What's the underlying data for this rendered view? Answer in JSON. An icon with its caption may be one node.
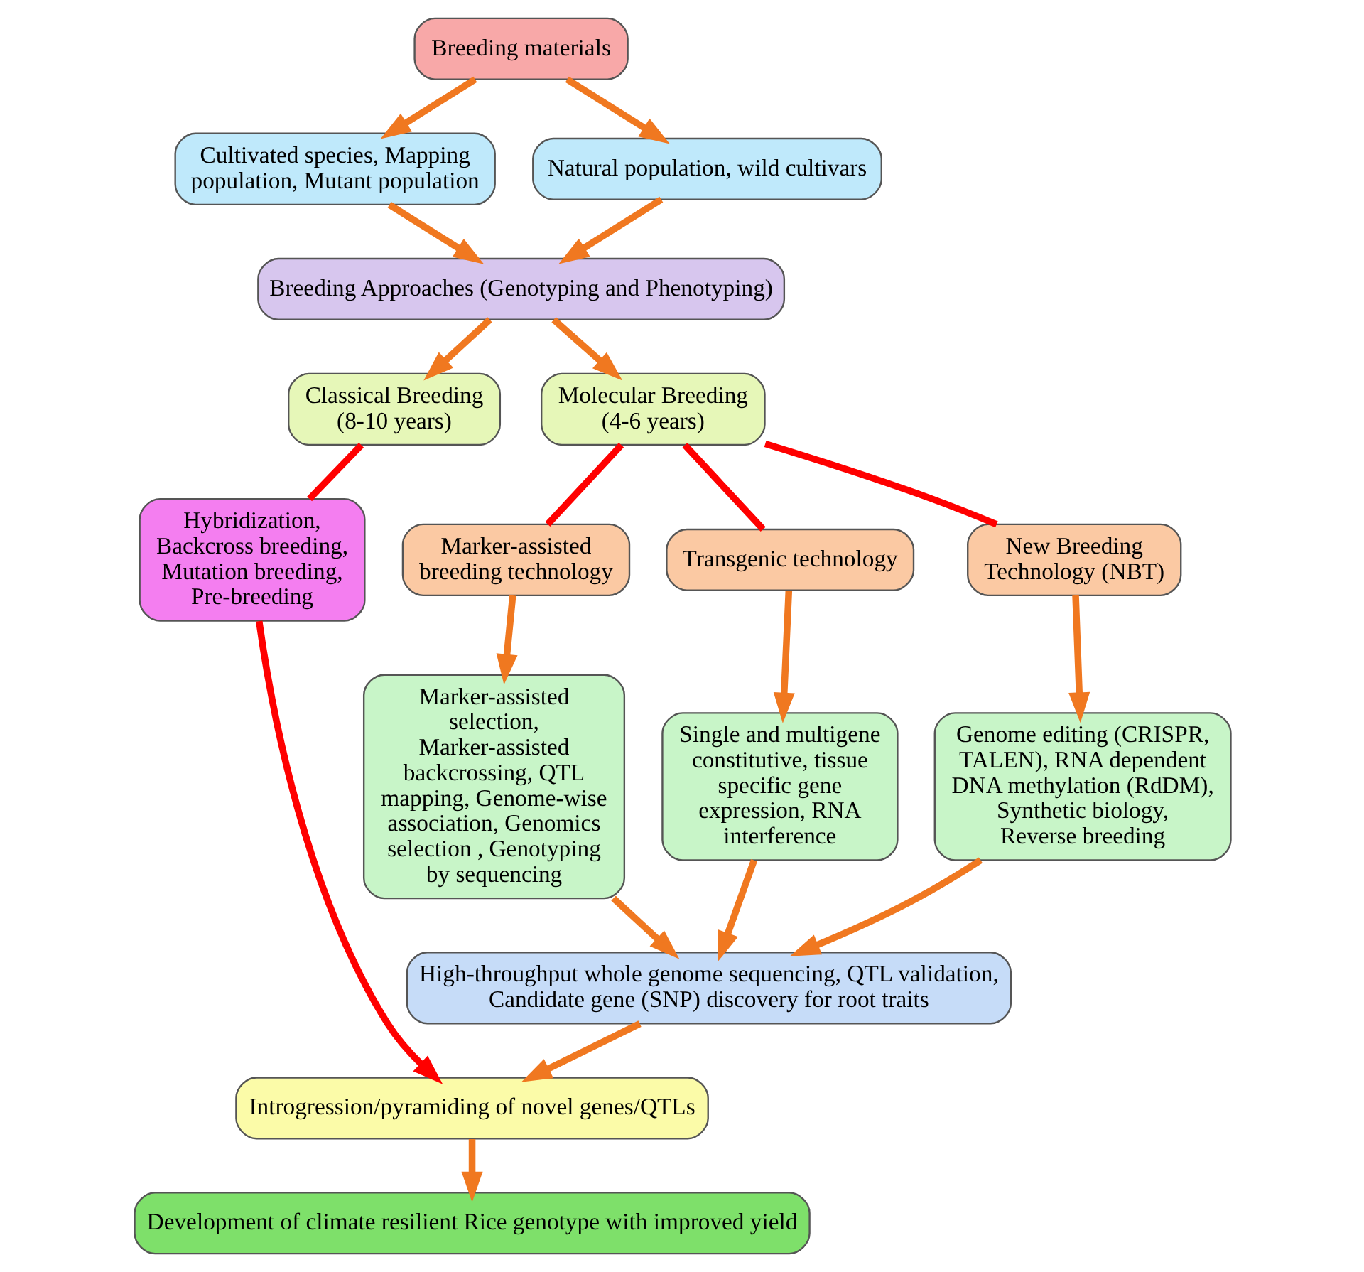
{
  "diagram": {
    "nodes": [
      {
        "text": [
          "Breeding materials"
        ]
      },
      {
        "text": [
          "Cultivated species, Mapping population, Mutant population"
        ]
      },
      {
        "text": [
          "Natural population, wild cultivars"
        ]
      },
      {
        "text": [
          "Breeding Approaches (Genotyping and Phenotyping)"
        ]
      },
      {
        "text": [
          "Classical Breeding (8-10 years)"
        ]
      },
      {
        "text": [
          "Molecular Breeding (4-6 years)"
        ]
      },
      {
        "text": [
          "Hybridization, Backcross breeding, Mutation breeding, Pre-breeding"
        ]
      },
      {
        "text": [
          "Marker-assisted breeding technology"
        ]
      },
      {
        "text": [
          "Transgenic technology"
        ]
      },
      {
        "text": [
          "New Breeding Technology (NBT)"
        ]
      },
      {
        "text": [
          "Marker-assisted selection, Marker-assisted backcrossing, QTL mapping, Genome-wise association, Genomics selection , Genotyping by sequencing"
        ]
      },
      {
        "text": [
          "Single and multigene constitutive, tissue specific gene expression, RNA interference"
        ]
      },
      {
        "text": [
          "Genome editing (CRISPR, TALEN), RNA dependent DNA methylation (RdDM), Synthetic biology, Reverse breeding"
        ]
      },
      {
        "text": [
          "High-throughput whole genome sequencing, QTL validation, Candidate gene (SNP) discovery for root traits"
        ]
      },
      {
        "text": [
          "Introgression/pyramiding of novel genes/QTLs"
        ]
      },
      {
        "text": [
          "Development of climate resilient Rice genotype with improved yield"
        ]
      }
    ],
    "edges": [
      {
        "from": 0,
        "to": 1,
        "arrow": "to"
      },
      {
        "from": 0,
        "to": 2,
        "arrow": "to"
      },
      {
        "from": 1,
        "to": 3,
        "arrow": "to"
      },
      {
        "from": 2,
        "to": 3,
        "arrow": "to"
      },
      {
        "from": 3,
        "to": 4,
        "arrow": "to"
      },
      {
        "from": 3,
        "to": 5,
        "arrow": "to"
      },
      {
        "from": 4,
        "to": 6,
        "arrow": "none",
        "color": "#ff0000"
      },
      {
        "from": 5,
        "to": 7,
        "arrow": "none",
        "color": "#ff0000"
      },
      {
        "from": 5,
        "to": 8,
        "arrow": "none",
        "color": "#ff0000"
      },
      {
        "from": 5,
        "to": 9,
        "arrow": "none",
        "color": "#ff0000"
      },
      {
        "from": 7,
        "to": 10,
        "arrow": "to"
      },
      {
        "from": 8,
        "to": 11,
        "arrow": "to"
      },
      {
        "from": 9,
        "to": 12,
        "arrow": "to"
      },
      {
        "from": 10,
        "to": 13,
        "arrow": "to"
      },
      {
        "from": 11,
        "to": 13,
        "arrow": "to"
      },
      {
        "from": 12,
        "to": 13,
        "arrow": "to"
      },
      {
        "from": 13,
        "to": 14,
        "arrow": "to"
      },
      {
        "from": 6,
        "to": 14,
        "arrow": "to",
        "color": "#ff0000"
      },
      {
        "from": 14,
        "to": 15,
        "arrow": "to"
      }
    ]
  }
}
